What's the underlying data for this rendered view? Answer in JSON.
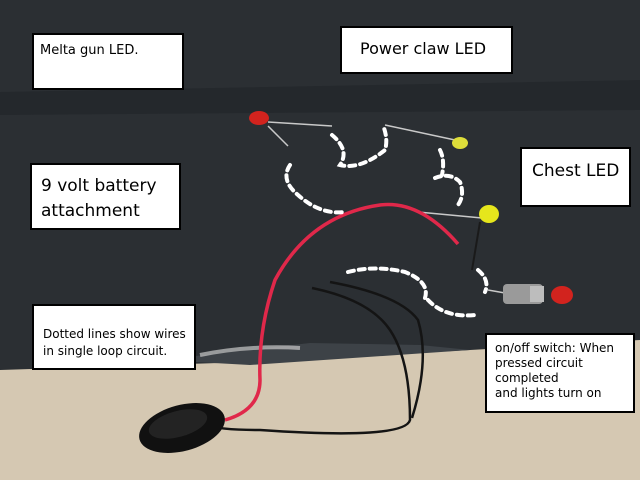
{
  "labels": {
    "melta_gun": "Melta gun LED.",
    "power_claw": "Power claw LED",
    "chest": "Chest LED",
    "battery": [
      "9 volt battery",
      "attachment"
    ],
    "dotted_lines": [
      "Dotted lines show wires",
      "in single loop circuit."
    ],
    "switch": [
      "on/off switch: When",
      "pressed circuit",
      "completed",
      "and lights turn on"
    ]
  },
  "colors": {
    "backdrop": "#2b2f33",
    "table": "#d5c8b2",
    "red_wire": "#e0284a",
    "red_led": "#d2231e",
    "yellow_led": "#e6e61c",
    "dotted_line": "#ffffff"
  }
}
